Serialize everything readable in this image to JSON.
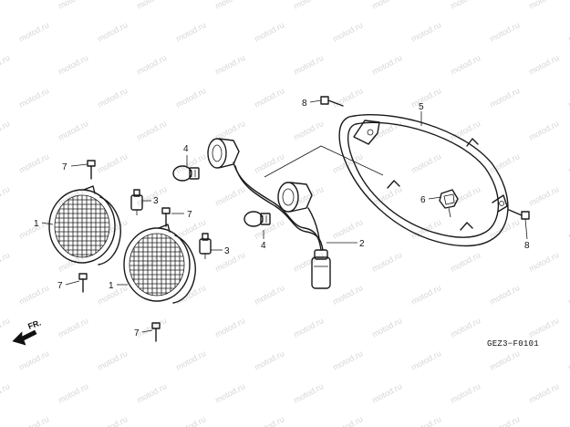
{
  "watermark_text": "motod.ru",
  "diagram_code": "GEZ3−F0101",
  "direction_label": "FR.",
  "callouts": {
    "headlight_unit_left": "1",
    "headlight_unit_right": "1",
    "wire_harness": "2",
    "socket_left": "3",
    "socket_right": "3",
    "bulb_upper": "4",
    "bulb_lower": "4",
    "headlight_case": "5",
    "clip": "6",
    "bolt_upper_left": "7",
    "bolt_mid": "7",
    "bolt_lower_left": "7",
    "bolt_bottom": "7",
    "bolt_case_top": "8",
    "bolt_case_right": "8"
  }
}
